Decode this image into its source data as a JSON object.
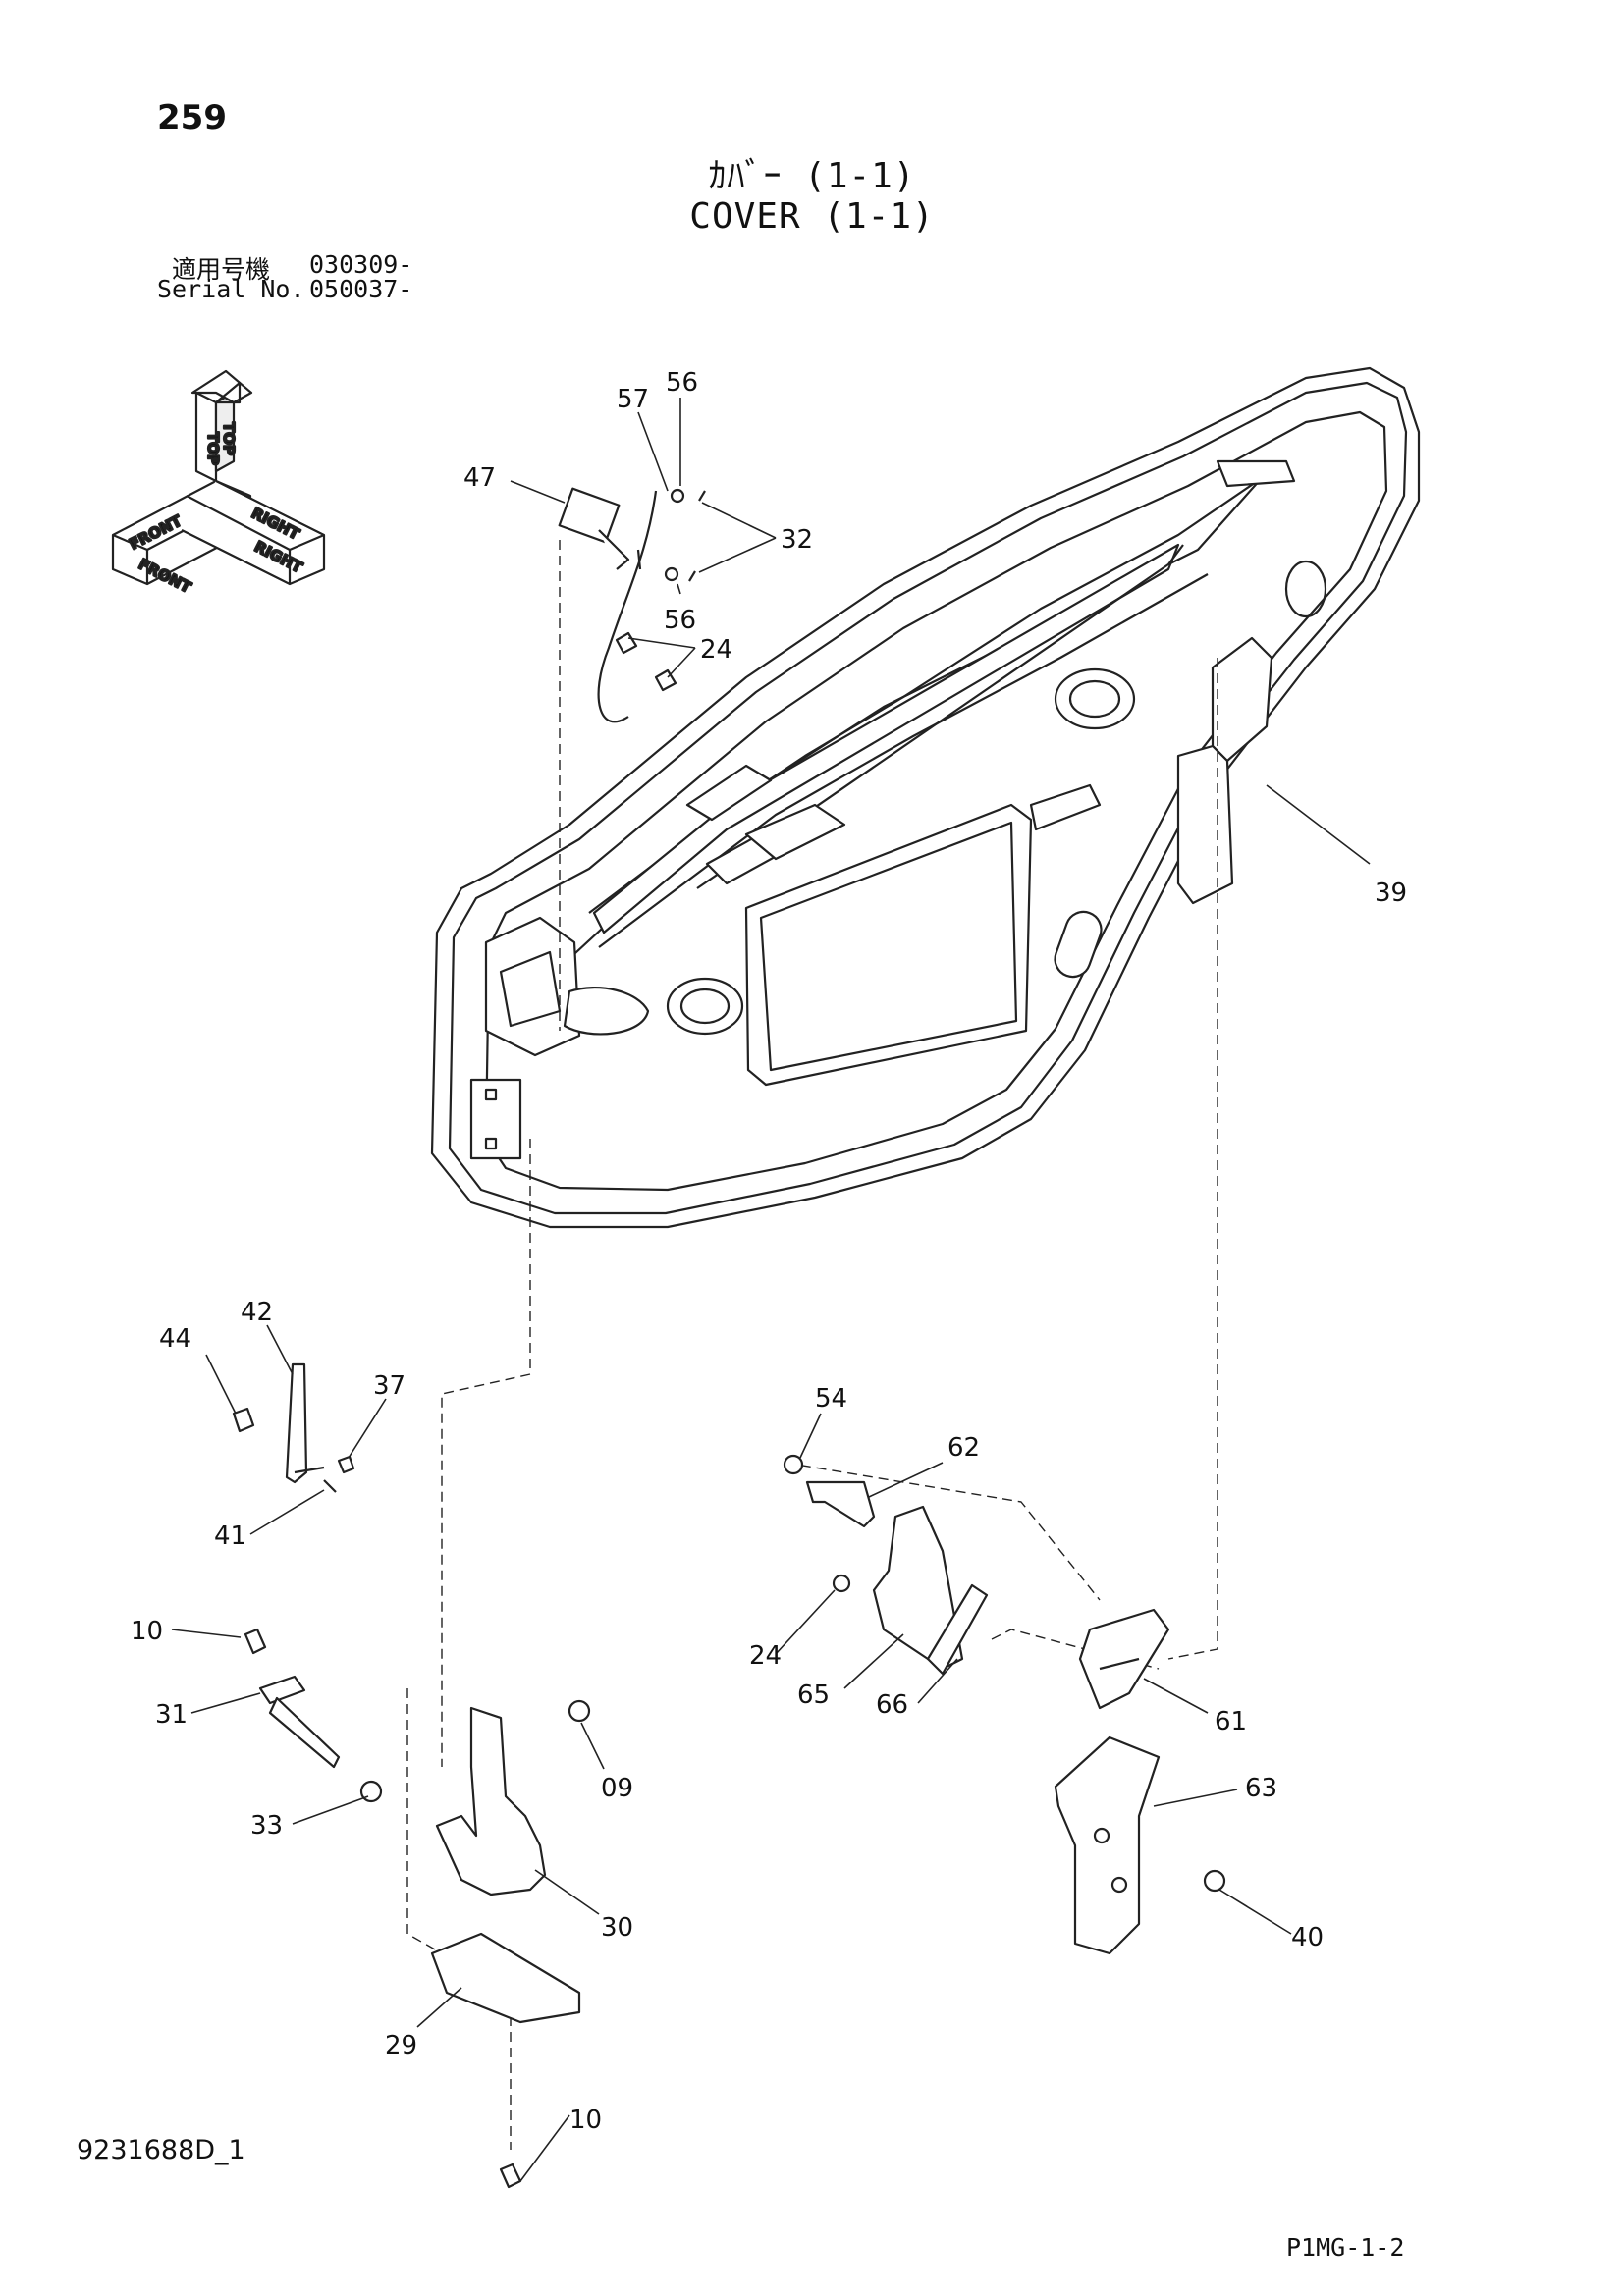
{
  "page": {
    "number": "259",
    "title_jp": "ｶﾊﾞｰ (1-1)",
    "title_en": "COVER (1-1)",
    "serial_label_jp": "適用号機",
    "serial_value_jp": "030309-",
    "serial_label_en": "Serial No.",
    "serial_value_en": "050037-",
    "drawing_code": "9231688D_1",
    "page_code": "P1MG-1-2"
  },
  "orientation": {
    "top": "TOP",
    "front": "FRONT",
    "right": "RIGHT"
  },
  "callouts": [
    "57",
    "56",
    "47",
    "32",
    "56",
    "24",
    "39",
    "42",
    "44",
    "37",
    "41",
    "54",
    "62",
    "10",
    "31",
    "33",
    "09",
    "30",
    "29",
    "10",
    "24",
    "65",
    "66",
    "61",
    "63",
    "40"
  ]
}
